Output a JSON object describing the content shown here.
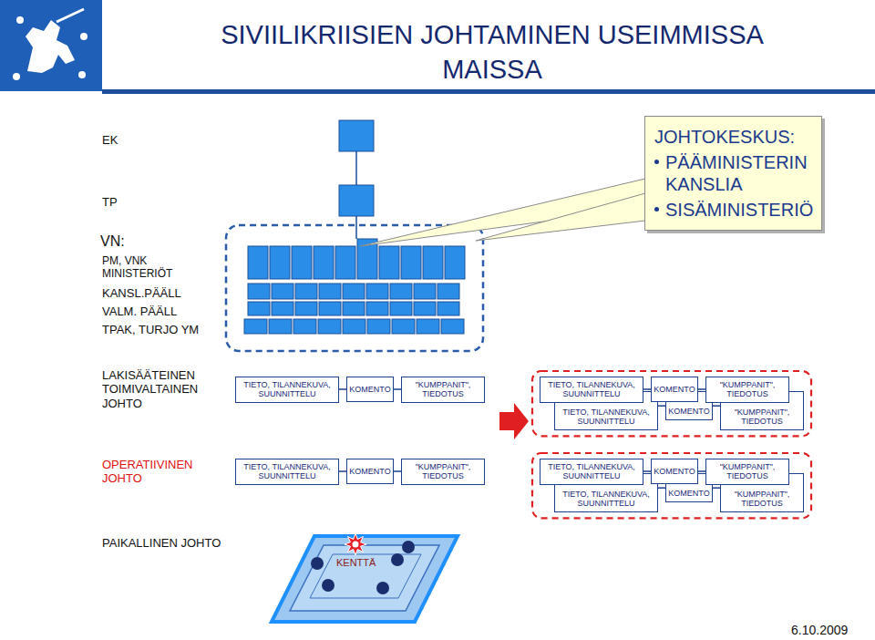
{
  "diagram": {
    "title": "SIVIILIKRIISIEN JOHTAMINEN USEIMMISSA MAISSA",
    "nodes": [
      {
        "text": [
          "JOHTOKESKUS:",
          "PÄÄMINISTERIN KANSLIA",
          "SISÄMINISTERIÖ"
        ]
      },
      {
        "text": [
          "TIETO, TILANNEKUVA, SUUNNITTELU"
        ]
      },
      {
        "text": [
          "KOMENTO"
        ]
      },
      {
        "text": [
          "\"KUMPPANIT\", TIEDOTUS"
        ]
      },
      {
        "text": [
          "TIETO, TILANNEKUVA, SUUNNITTELU"
        ]
      },
      {
        "text": [
          "KOMENTO"
        ]
      },
      {
        "text": [
          "\"KUMPPANIT\", TIEDOTUS"
        ]
      },
      {
        "text": [
          "TIETO, TILANNEKUVA, SUUNNITTELU"
        ]
      },
      {
        "text": [
          "KOMENTO"
        ]
      },
      {
        "text": [
          "\"KUMPPANIT\", TIEDOTUS"
        ]
      },
      {
        "text": [
          "TIETO, TILANNEKUVA, SUUNNITTELU"
        ]
      },
      {
        "text": [
          "KOMENTO"
        ]
      },
      {
        "text": [
          "\"KUMPPANIT\", TIEDOTUS"
        ]
      },
      {
        "text": [
          "TIETO, TILANNEKUVA, SUUNNITTELU"
        ]
      },
      {
        "text": [
          "KOMENTO"
        ]
      },
      {
        "text": [
          "\"KUMPPANIT\", TIEDOTUS"
        ]
      },
      {
        "text": [
          "TIETO, TILANNEKUVA, SUUNNITTELU"
        ]
      },
      {
        "text": [
          "KOMENTO"
        ]
      },
      {
        "text": [
          "\"KUMPPANIT\", TIEDOTUS"
        ]
      }
    ],
    "edges": [
      {
        "from": 1,
        "to": 2,
        "arrow": "none"
      },
      {
        "from": 2,
        "to": 3,
        "arrow": "none"
      },
      {
        "from": 4,
        "to": 5,
        "arrow": "none"
      },
      {
        "from": 5,
        "to": 6,
        "arrow": "none"
      },
      {
        "from": 7,
        "to": 8,
        "arrow": "none"
      },
      {
        "from": 8,
        "to": 9,
        "arrow": "none"
      },
      {
        "from": 10,
        "to": 11,
        "arrow": "none"
      },
      {
        "from": 11,
        "to": 12,
        "arrow": "none"
      },
      {
        "from": 13,
        "to": 14,
        "arrow": "none"
      },
      {
        "from": 14,
        "to": 15,
        "arrow": "none"
      },
      {
        "from": 16,
        "to": 17,
        "arrow": "none"
      },
      {
        "from": 17,
        "to": 18,
        "arrow": "none"
      }
    ],
    "labels": [
      "EK",
      "TP",
      "VN:",
      "PM, VNK MINISTERIÖT",
      "KANSL.PÄÄLL",
      "VALM. PÄÄLL",
      "TPAK, TURJO YM",
      "LAKISÄÄTEINEN TOIMIVALTAINEN JOHTO",
      "OPERATIIVINEN JOHTO",
      "PAIKALLINEN JOHTO",
      "KENTTÄ",
      "6.10.2009"
    ]
  }
}
